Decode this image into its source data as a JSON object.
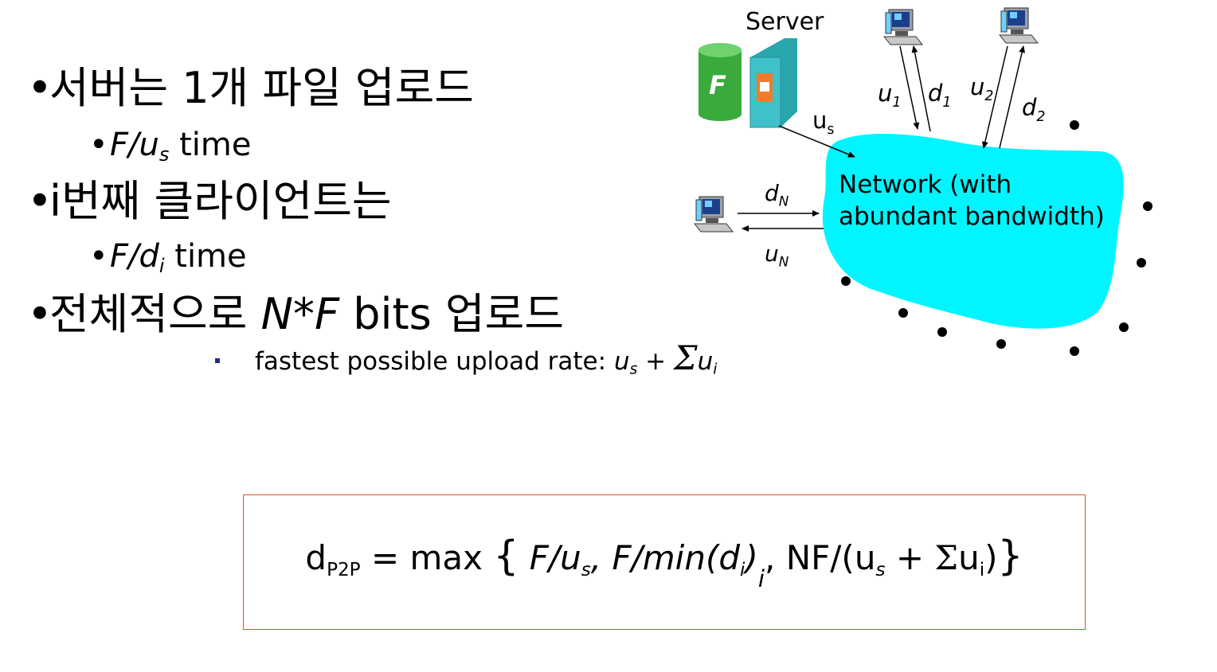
{
  "bullets": {
    "b1": {
      "text": "서버는 1개 파일 업로드"
    },
    "b1a": {
      "var": "F/u",
      "sub": "s",
      "tail": " time"
    },
    "b2": {
      "text": "i번째 클라이언트는"
    },
    "b2a": {
      "var": "F/d",
      "sub": "i",
      "tail": " time"
    },
    "b3": {
      "pre": "전체적으로 ",
      "var": "N*F",
      "tail": " bits 업로드"
    },
    "b3a": {
      "pre": "fastest possible upload rate: ",
      "u": "u",
      "us": "s",
      "plus": " + ",
      "sigma": "Σ",
      "ui": "u",
      "uisub": "i"
    }
  },
  "diagram": {
    "server_label": "Server",
    "file_label": "F",
    "network_text_1": "Network (with",
    "network_text_2": "abundant bandwidth)",
    "us": {
      "base": "u",
      "sub": "s"
    },
    "u1": {
      "base": "u",
      "sub": "1"
    },
    "d1": {
      "base": "d",
      "sub": "1"
    },
    "u2": {
      "base": "u",
      "sub": "2"
    },
    "d2": {
      "base": "d",
      "sub": "2"
    },
    "dN": {
      "base": "d",
      "sub": "N"
    },
    "uN": {
      "base": "u",
      "sub": "N"
    }
  },
  "formula": {
    "d": "d",
    "dsub": "P2P",
    "eq": " = max ",
    "lb": "{",
    "t1": " F/u",
    "t1s": "s",
    "c1": ",",
    "t2": " F/min(d",
    "t2s": "i",
    "t2e": ")",
    "t2i": "i",
    "c2": ",",
    "t3": " NF/(u",
    "t3s": "s",
    "t3p": " + ",
    "sig": "Σ",
    "t3u": "u",
    "t3us": "i",
    "t3e": ")",
    "rb": "}"
  },
  "colors": {
    "network": "#00f5ff",
    "file_cylinder": "#3aaa3a",
    "server": "#3fc1c9",
    "box_border": "#e0532f",
    "bullet_square": "#1f2d8a"
  }
}
